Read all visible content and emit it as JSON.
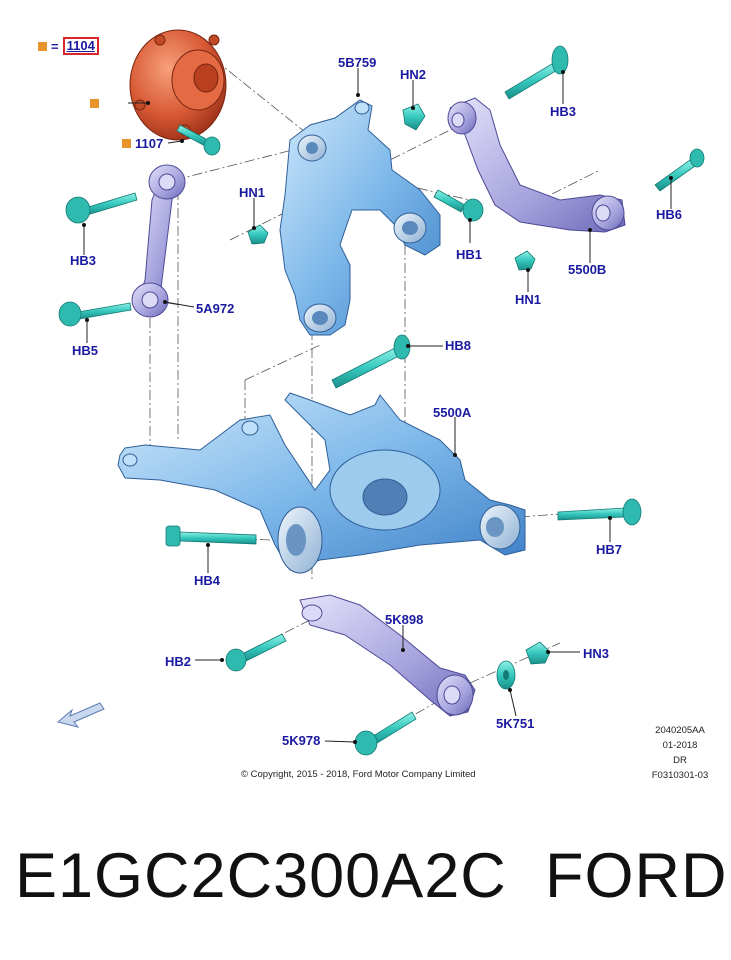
{
  "colors": {
    "callout": "#1a1aa0",
    "highlight": "#e8942a",
    "box": "#d8262a",
    "part_blue": "#8ec4ea",
    "part_purple": "#a9a6dc",
    "part_cyan": "#39c9c0",
    "hub_red": "#d8603c"
  },
  "legend": {
    "marker_label": "=",
    "part": "1104",
    "items": [
      "1107"
    ]
  },
  "callouts": {
    "c5B759": "5B759",
    "cHN2": "HN2",
    "cHB3a": "HB3",
    "cHN1a": "HN1",
    "cHB1": "HB1",
    "cHB6": "HB6",
    "cHB3b": "HB3",
    "c5500B": "5500B",
    "cHN1b": "HN1",
    "c5A972": "5A972",
    "cHB5": "HB5",
    "cHB8": "HB8",
    "c5500A": "5500A",
    "cHB7": "HB7",
    "cHB4": "HB4",
    "c5K898": "5K898",
    "cHB2": "HB2",
    "cHN3": "HN3",
    "c5K751": "5K751",
    "c5K978": "5K978"
  },
  "icons": {
    "direction_arrow": "front-direction-arrow-icon"
  },
  "drawing_info": {
    "line1": "2040205AA",
    "line2": "01-2018",
    "line3": "DR",
    "line4": "F0310301-03"
  },
  "copyright": "© Copyright, 2015 - 2018, Ford Motor Company Limited",
  "part_number": "E1GC2C300A2C",
  "brand": "FORD"
}
